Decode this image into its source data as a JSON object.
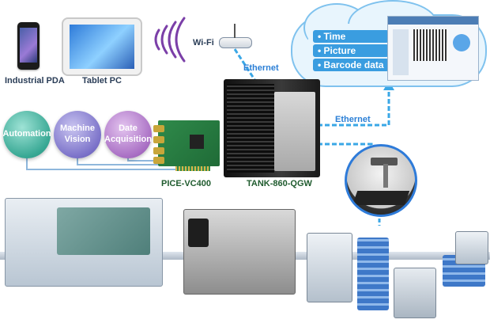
{
  "devices": {
    "pda_label": "Industrial PDA",
    "tablet_label": "Tablet PC"
  },
  "wifi_label": "Wi-Fi",
  "ethernet_top_label": "Ethernet",
  "ethernet_right_label": "Ethernet",
  "cloud_items": [
    "Time",
    "Picture",
    "Barcode data"
  ],
  "bubbles": [
    "Automation",
    "Machine Vision",
    "Date Acquisition"
  ],
  "card_label": "PICE-VC400",
  "computer_label": "TANK-860-QGW",
  "colors": {
    "link": "#3aa7e6",
    "label_dark": "#2a3d57",
    "accent_blue": "#2b7fd6"
  }
}
